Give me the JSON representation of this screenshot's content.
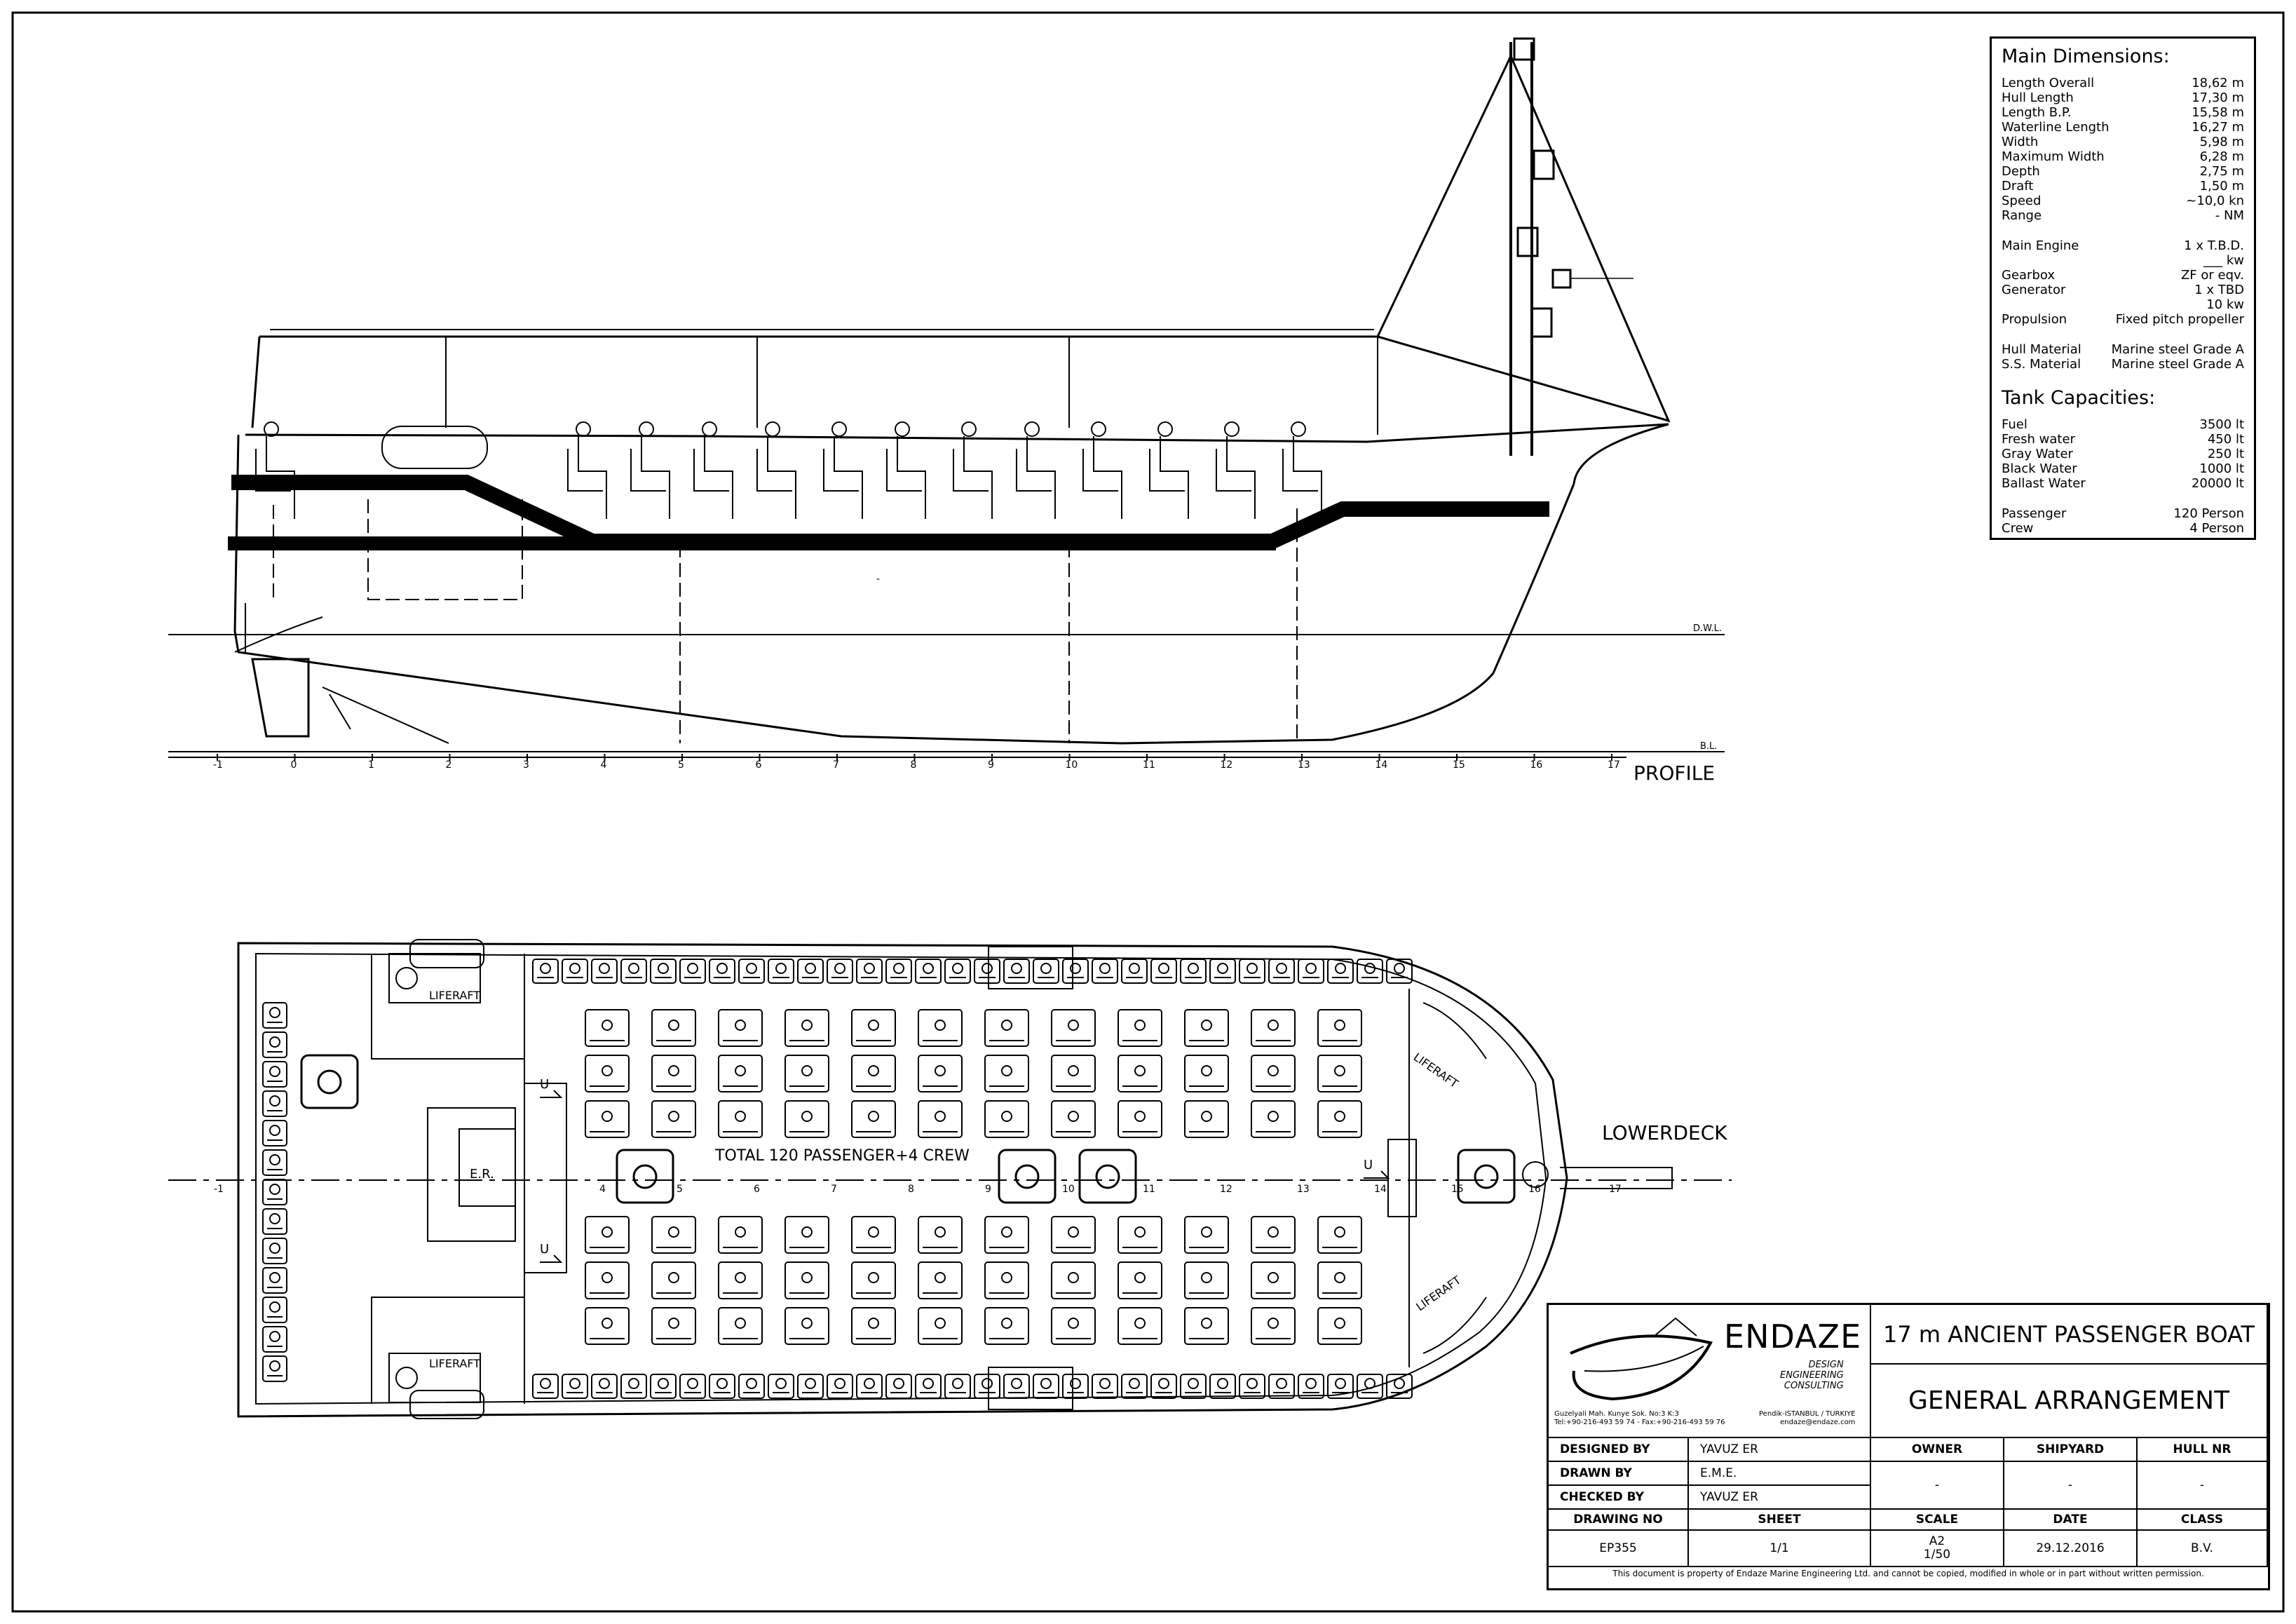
{
  "specs": {
    "title": "Main Dimensions:",
    "items": [
      {
        "label": "Length Overall",
        "value": "18,62 m"
      },
      {
        "label": "Hull Length",
        "value": "17,30 m"
      },
      {
        "label": "Length B.P.",
        "value": "15,58 m"
      },
      {
        "label": "Waterline Length",
        "value": "16,27 m"
      },
      {
        "label": "Width",
        "value": "5,98 m"
      },
      {
        "label": "Maximum Width",
        "value": "6,28 m"
      },
      {
        "label": "Depth",
        "value": "2,75 m"
      },
      {
        "label": "Draft",
        "value": "1,50 m"
      },
      {
        "label": "Speed",
        "value": "~10,0 kn"
      },
      {
        "label": "Range",
        "value": "- NM"
      }
    ],
    "machinery": [
      {
        "label": "Main Engine",
        "value": "1 x T.B.D."
      },
      {
        "label": "",
        "value": "___ kw"
      },
      {
        "label": "Gearbox",
        "value": "ZF or eqv."
      },
      {
        "label": "Generator",
        "value": "1 x TBD"
      },
      {
        "label": "",
        "value": "10 kw"
      },
      {
        "label": "Propulsion",
        "value": "Fixed pitch propeller"
      }
    ],
    "materials": [
      {
        "label": "Hull Material",
        "value": "Marine steel Grade A"
      },
      {
        "label": "S.S. Material",
        "value": "Marine steel Grade A"
      }
    ],
    "tank_title": "Tank Capacities:",
    "tanks": [
      {
        "label": "Fuel",
        "value": "3500 lt"
      },
      {
        "label": "Fresh water",
        "value": "450 lt"
      },
      {
        "label": "Gray Water",
        "value": "250 lt"
      },
      {
        "label": "Black Water",
        "value": "1000 lt"
      },
      {
        "label": "Ballast Water",
        "value": "20000 lt"
      }
    ],
    "persons": [
      {
        "label": "Passenger",
        "value": "120 Person"
      },
      {
        "label": "Crew",
        "value": "4 Person"
      }
    ]
  },
  "profile": {
    "label": "PROFILE",
    "dwl": "D.W.L.",
    "bl": "B.L.",
    "dash": "-",
    "frames": [
      "-1",
      "0",
      "1",
      "2",
      "3",
      "4",
      "5",
      "6",
      "7",
      "8",
      "9",
      "10",
      "11",
      "12",
      "13",
      "14",
      "15",
      "16",
      "17"
    ]
  },
  "plan": {
    "label": "LOWERDECK",
    "total": "TOTAL 120 PASSENGER+4 CREW",
    "liferaft": "LIFERAFT",
    "er": "E.R.",
    "u": "U",
    "frames": [
      "-1",
      "4",
      "5",
      "6",
      "7",
      "8",
      "9",
      "10",
      "11",
      "12",
      "13",
      "14",
      "15",
      "16",
      "17"
    ]
  },
  "title_block": {
    "company": "ENDAZE",
    "tagline": [
      "DESIGN",
      "ENGINEERING",
      "CONSULTING"
    ],
    "address": [
      "Guzelyali Mah. Kunye Sok. No:3 K:3",
      "Tel:+90-216-493 59 74 - Fax:+90-216-493 59 76"
    ],
    "address2": [
      "Pendik-ISTANBUL / TURKIYE",
      "endaze@endaze.com"
    ],
    "project": "17 m ANCIENT PASSENGER BOAT",
    "drawing": "GENERAL ARRANGEMENT",
    "designed_by_label": "DESIGNED BY",
    "designed_by": "YAVUZ ER",
    "drawn_by_label": "DRAWN BY",
    "drawn_by": "E.M.E.",
    "checked_by_label": "CHECKED BY",
    "checked_by": "YAVUZ ER",
    "owner_label": "OWNER",
    "owner": "-",
    "shipyard_label": "SHIPYARD",
    "shipyard": "-",
    "hull_label": "HULL NR",
    "hull": "-",
    "drawing_no_label": "DRAWING NO",
    "drawing_no": "EP355",
    "sheet_label": "SHEET",
    "sheet": "1/1",
    "scale_label": "SCALE",
    "scale_1": "A2",
    "scale_2": "1/50",
    "date_label": "DATE",
    "date": "29.12.2016",
    "class_label": "CLASS",
    "class": "B.V.",
    "notice": "This document is property of  Endaze Marine Engineering Ltd. and cannot be copied, modified in whole or in part without written permission."
  }
}
